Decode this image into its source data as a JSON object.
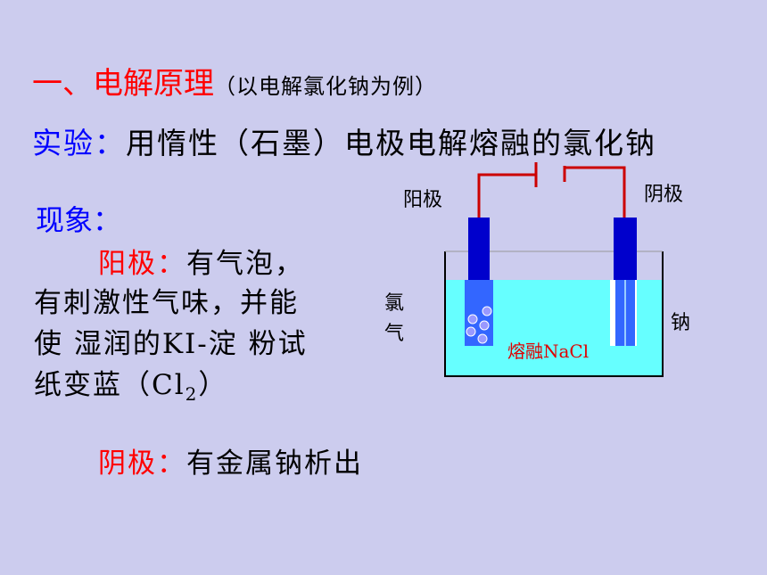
{
  "title": {
    "main": "一、电解原理",
    "sub": "（以电解氯化钠为例）"
  },
  "experiment": {
    "label": "实验：",
    "text": "用惰性（石墨）电极电解熔融的氯化钠"
  },
  "phenomenon": {
    "label": "现象：",
    "anode_label": "阳极：",
    "anode_text_1": "有气泡，",
    "anode_text_2": "有刺激性气味，并能",
    "anode_text_3": "使 湿润的KI-淀 粉试",
    "anode_text_4_pre": "纸变蓝（Cl",
    "anode_text_4_sub": "2",
    "anode_text_4_post": "）",
    "cathode_label": "阴极：",
    "cathode_text": "有金属钠析出"
  },
  "diagram": {
    "anode_label": "阳极",
    "cathode_label": "阴极",
    "gas_label_1": "氯",
    "gas_label_2": "气",
    "metal_label": "钠",
    "electrolyte_label": "熔融NaCl",
    "colors": {
      "wire": "#cc0000",
      "electrode": "#0000cc",
      "liquid": "#66ffff",
      "container_border": "#000000",
      "bubble": "#6699ff"
    }
  }
}
